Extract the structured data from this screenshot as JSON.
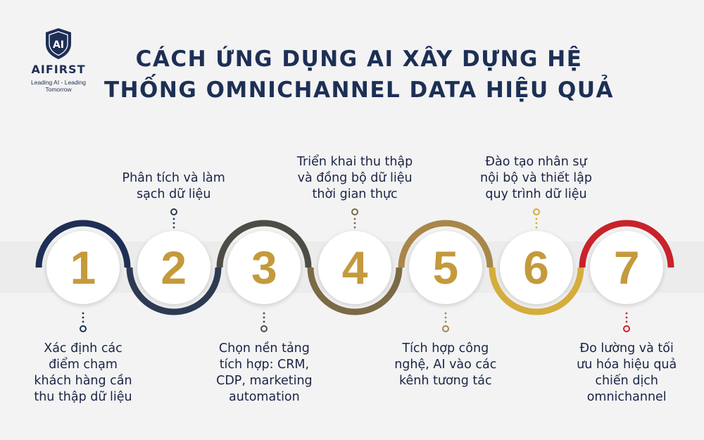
{
  "brand": {
    "logo_mark": "AI",
    "name": "AIFIRST",
    "tagline": "Leading AI - Leading Tomorrow"
  },
  "title": "CÁCH ỨNG DỤNG AI XÂY DỰNG HỆ\nTHỐNG OMNICHANNEL DATA HIỆU QUẢ",
  "colors": {
    "navy": "#1d2f55",
    "gold": "#c49a3c",
    "red": "#c8222b",
    "background": "#f3f3f3"
  },
  "steps": [
    {
      "number": "1",
      "text": "Xác định các\nđiểm chạm\nkhách hàng cần\nthu thập dữ liệu",
      "ring_color": "#1d2f55",
      "arc": "top",
      "label_position": "below"
    },
    {
      "number": "2",
      "text": "Phân tích và làm\nsạch dữ liệu",
      "ring_color": "#2e3a52",
      "arc": "bottom",
      "label_position": "above"
    },
    {
      "number": "3",
      "text": "Chọn nền tảng\ntích hợp: CRM,\nCDP, marketing\nautomation",
      "ring_color": "#4d4d45",
      "arc": "top",
      "label_position": "below"
    },
    {
      "number": "4",
      "text": "Triển khai thu thập\nvà đồng bộ dữ liệu\nthời gian thực",
      "ring_color": "#7a6a45",
      "arc": "bottom",
      "label_position": "above"
    },
    {
      "number": "5",
      "text": "Tích hợp công\nnghệ, AI vào các\nkênh tương tác",
      "ring_color": "#a8874a",
      "arc": "top",
      "label_position": "below"
    },
    {
      "number": "6",
      "text": "Đào tạo nhân sự\nnội bộ và thiết lập\nquy trình dữ liệu",
      "ring_color": "#d4ad3c",
      "arc": "bottom",
      "label_position": "above"
    },
    {
      "number": "7",
      "text": "Đo lường và tối\nưu hóa hiệu quả\nchiến dịch\nomnichannel",
      "ring_color": "#c8222b",
      "arc": "top",
      "label_position": "below"
    }
  ]
}
